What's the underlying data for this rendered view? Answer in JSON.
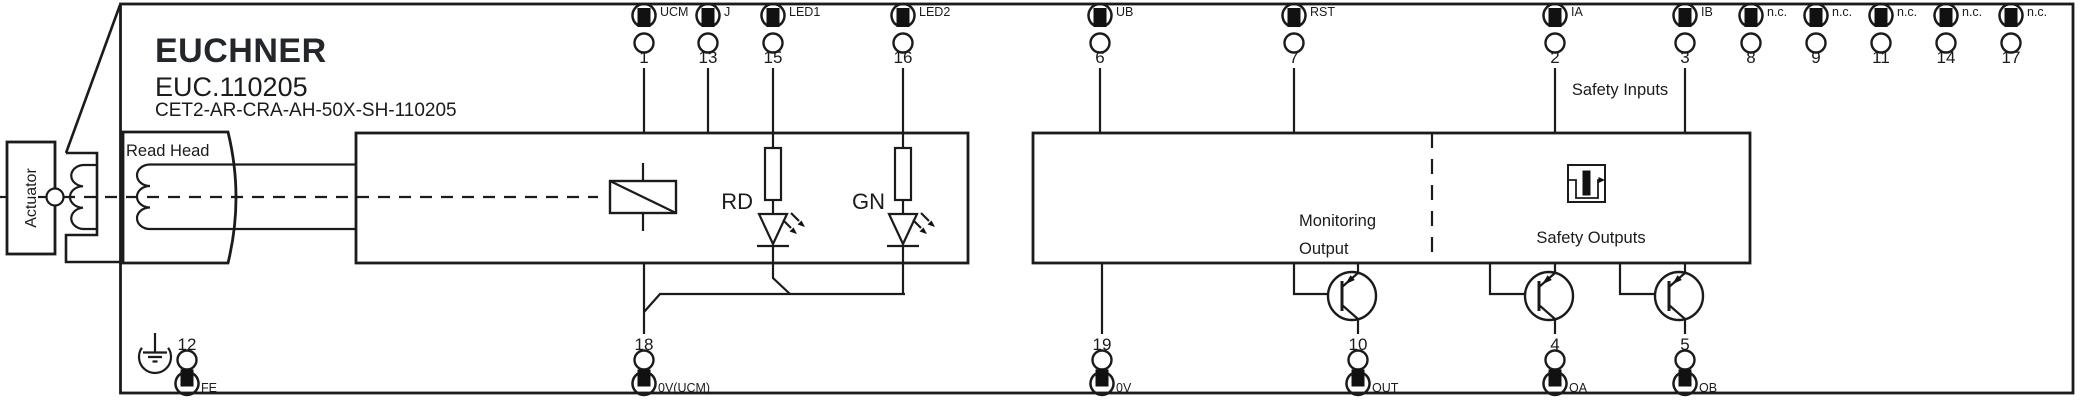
{
  "header": {
    "brand": "EUCHNER",
    "model": "EUC.110205",
    "part": "CET2-AR-CRA-AH-50X-SH-110205"
  },
  "labels": {
    "actuator": "Actuator",
    "read_head": "Read Head",
    "monitoring_line1": "Monitoring",
    "monitoring_line2": "Output",
    "safety_outputs": "Safety Outputs",
    "safety_inputs": "Safety Inputs",
    "led_red": "RD",
    "led_green": "GN"
  },
  "terminals": {
    "top": [
      {
        "number": "1",
        "label": "UCM"
      },
      {
        "number": "13",
        "label": "J"
      },
      {
        "number": "15",
        "label": "LED1"
      },
      {
        "number": "16",
        "label": "LED2"
      },
      {
        "number": "6",
        "label": "UB"
      },
      {
        "number": "7",
        "label": "RST"
      },
      {
        "number": "2",
        "label": "IA"
      },
      {
        "number": "3",
        "label": "IB"
      },
      {
        "number": "8",
        "label": "n.c."
      },
      {
        "number": "9",
        "label": "n.c."
      },
      {
        "number": "11",
        "label": "n.c."
      },
      {
        "number": "14",
        "label": "n.c."
      },
      {
        "number": "17",
        "label": "n.c."
      }
    ],
    "bottom": [
      {
        "number": "12",
        "label": "FE"
      },
      {
        "number": "18",
        "label": "0V(UCM)"
      },
      {
        "number": "19",
        "label": "0V"
      },
      {
        "number": "10",
        "label": "OUT"
      },
      {
        "number": "4",
        "label": "OA"
      },
      {
        "number": "5",
        "label": "OB"
      }
    ]
  },
  "colors": {
    "line": "#1b1b1b",
    "background": "#ffffff"
  }
}
